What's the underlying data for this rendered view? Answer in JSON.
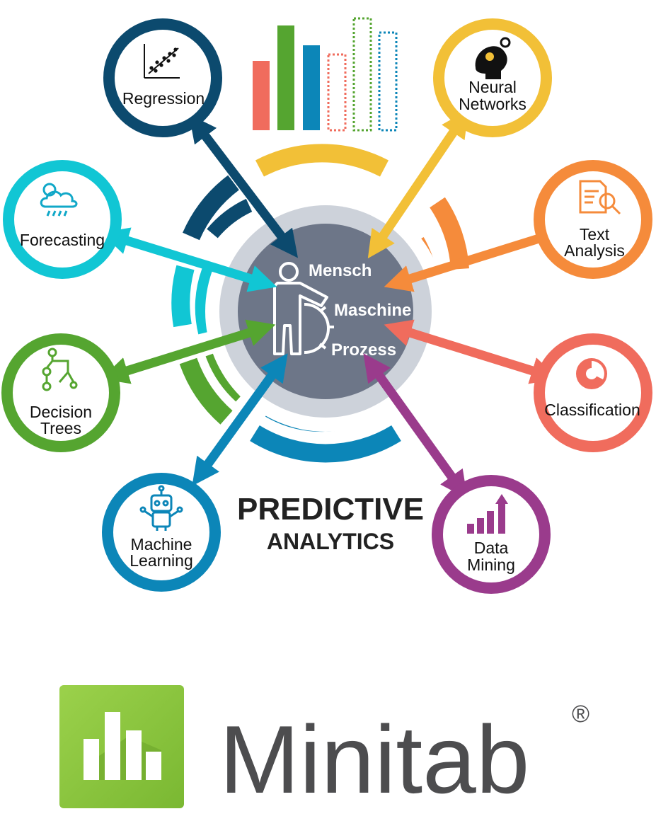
{
  "center": {
    "lines": [
      "Mensch",
      "Maschine",
      "Prozess"
    ]
  },
  "title": {
    "main": "PREDICTIVE",
    "sub": "ANALYTICS"
  },
  "nodes": [
    {
      "key": "regression",
      "lines": [
        "Regression"
      ],
      "color": "#0c4a6e",
      "icon": "scatter-plot-icon"
    },
    {
      "key": "neural-networks",
      "lines": [
        "Neural",
        "Networks"
      ],
      "color": "#f2c037",
      "icon": "brain-gears-icon"
    },
    {
      "key": "forecasting",
      "lines": [
        "Forecasting"
      ],
      "color": "#11c6d4",
      "icon": "weather-cloud-icon"
    },
    {
      "key": "text-analysis",
      "lines": [
        "Text",
        "Analysis"
      ],
      "color": "#f58b3b",
      "icon": "document-magnifier-icon"
    },
    {
      "key": "decision-trees",
      "lines": [
        "Decision",
        "Trees"
      ],
      "color": "#55a530",
      "icon": "decision-tree-icon"
    },
    {
      "key": "classification",
      "lines": [
        "Classification"
      ],
      "color": "#f06c5d",
      "icon": "pie-chart-icon"
    },
    {
      "key": "machine-learning",
      "lines": [
        "Machine",
        "Learning"
      ],
      "color": "#0c86b8",
      "icon": "robot-icon"
    },
    {
      "key": "data-mining",
      "lines": [
        "Data",
        "Mining"
      ],
      "color": "#9a3b8c",
      "icon": "growth-bars-icon"
    }
  ],
  "brand": {
    "name": "Minitab",
    "registered": "®",
    "color": "#8cc63f"
  }
}
